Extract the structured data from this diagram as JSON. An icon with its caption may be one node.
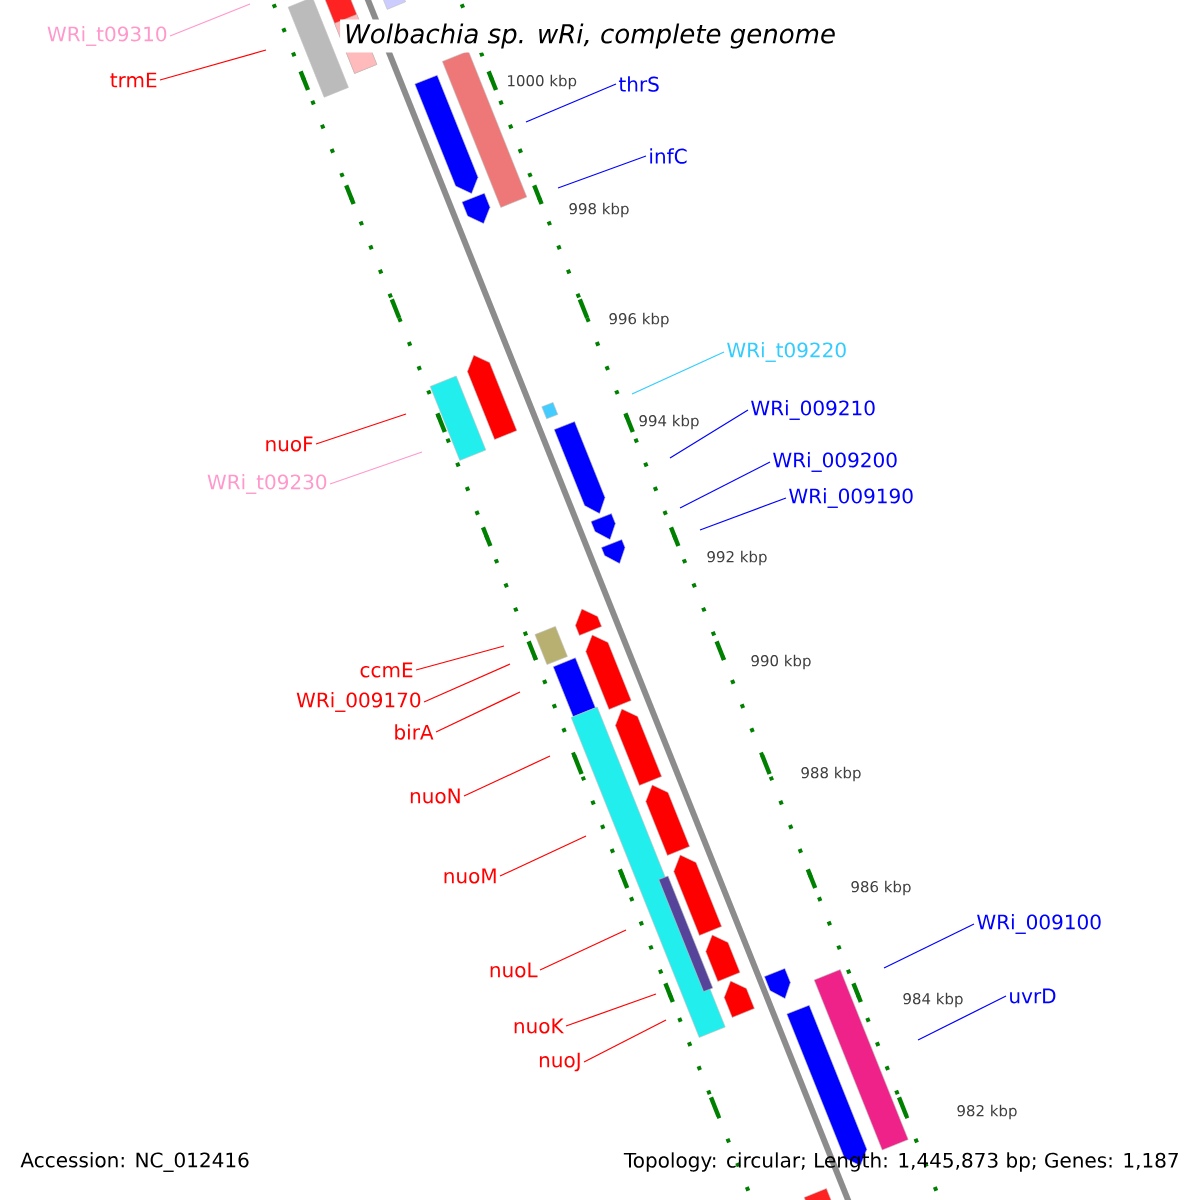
{
  "diagram": {
    "title": "Wolbachia sp. wRi, complete genome",
    "nodes": [
      {
        "text": [
          "WRi_t09310"
        ]
      },
      {
        "text": [
          "trmE"
        ]
      },
      {
        "text": [
          "thrS"
        ]
      },
      {
        "text": [
          "infC"
        ]
      },
      {
        "text": [
          "WRi_t09220"
        ]
      },
      {
        "text": [
          "nuoF"
        ]
      },
      {
        "text": [
          "WRi_009210"
        ]
      },
      {
        "text": [
          "WRi_t09230"
        ]
      },
      {
        "text": [
          "WRi_009200"
        ]
      },
      {
        "text": [
          "WRi_009190"
        ]
      },
      {
        "text": [
          "ccmE"
        ]
      },
      {
        "text": [
          "WRi_009170"
        ]
      },
      {
        "text": [
          "birA"
        ]
      },
      {
        "text": [
          "nuoN"
        ]
      },
      {
        "text": [
          "nuoM"
        ]
      },
      {
        "text": [
          "WRi_009100"
        ]
      },
      {
        "text": [
          "nuoL"
        ]
      },
      {
        "text": [
          "uvrD"
        ]
      },
      {
        "text": [
          "nuoK"
        ]
      },
      {
        "text": [
          "nuoJ"
        ]
      }
    ],
    "edges": [
      {
        "from": 0,
        "to": null,
        "arrow": "none",
        "color": "#ff99cc"
      },
      {
        "from": 1,
        "to": null,
        "arrow": "none"
      },
      {
        "from": 2,
        "to": null,
        "arrow": "none",
        "color": "#0000ff"
      },
      {
        "from": 3,
        "to": null,
        "arrow": "none",
        "color": "#0000ff"
      },
      {
        "from": 4,
        "to": null,
        "arrow": "none",
        "color": "#33ccff"
      },
      {
        "from": 5,
        "to": null,
        "arrow": "none"
      },
      {
        "from": 6,
        "to": null,
        "arrow": "none",
        "color": "#0000ff"
      },
      {
        "from": 7,
        "to": null,
        "arrow": "none",
        "color": "#ff99cc"
      },
      {
        "from": 8,
        "to": null,
        "arrow": "none",
        "color": "#0000ff"
      },
      {
        "from": 9,
        "to": null,
        "arrow": "none",
        "color": "#0000ff"
      },
      {
        "from": 10,
        "to": null,
        "arrow": "none"
      },
      {
        "from": 11,
        "to": null,
        "arrow": "none"
      },
      {
        "from": 12,
        "to": null,
        "arrow": "none"
      },
      {
        "from": 13,
        "to": null,
        "arrow": "none"
      },
      {
        "from": 14,
        "to": null,
        "arrow": "none"
      },
      {
        "from": 15,
        "to": null,
        "arrow": "none",
        "color": "#0000ff"
      },
      {
        "from": 16,
        "to": null,
        "arrow": "none"
      },
      {
        "from": 17,
        "to": null,
        "arrow": "none",
        "color": "#0000ff"
      },
      {
        "from": 18,
        "to": null,
        "arrow": "none"
      },
      {
        "from": 19,
        "to": null,
        "arrow": "none"
      }
    ],
    "labels": [
      "1000 kbp",
      "998 kbp",
      "996 kbp",
      "994 kbp",
      "992 kbp",
      "990 kbp",
      "988 kbp",
      "986 kbp",
      "984 kbp",
      "982 kbp",
      "Accession: NC_012416",
      "Topology: circular; Length: 1,445,873 bp; Genes: 1,187"
    ]
  }
}
